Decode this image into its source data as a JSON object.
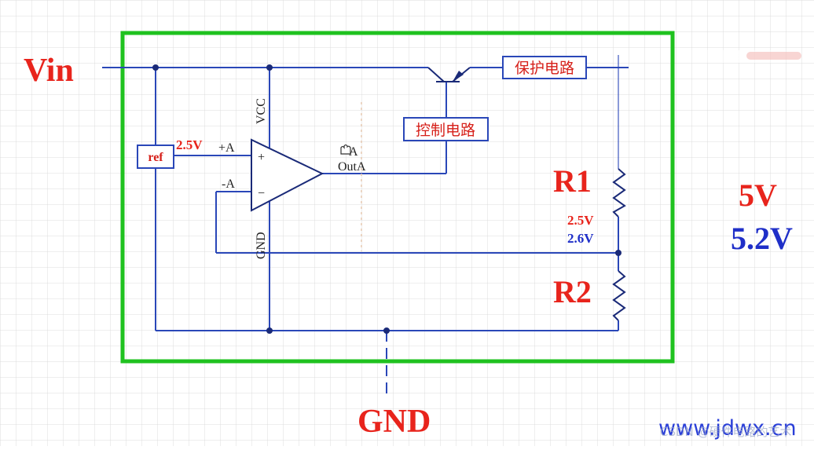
{
  "labels": {
    "vin": "Vin",
    "gnd": "GND",
    "r1": "R1",
    "r2": "R2",
    "v_5v": "5V",
    "v_5_2v": "5.2V",
    "node_2_5v": "2.5V",
    "node_2_6v": "2.6V",
    "ref_voltage": "2.5V"
  },
  "boxes": {
    "ref": "ref",
    "protection": "保护电路",
    "control": "控制电路"
  },
  "opamp": {
    "vcc": "VCC",
    "gnd": "GND",
    "plus_input": "+A",
    "minus_input": "-A",
    "output": "OutA",
    "plus_sign": "+",
    "minus_sign": "−",
    "pin_mark": "A"
  },
  "watermark": {
    "site": "www.jdwx.cn",
    "csdn": "CSDN @硬件电路的艺术"
  },
  "colors": {
    "frame": "#1fc21f",
    "wire": "#2a47b8",
    "red_text": "#e8241c",
    "blue_text": "#1f2fc8",
    "grid": "#dcdcdc"
  }
}
